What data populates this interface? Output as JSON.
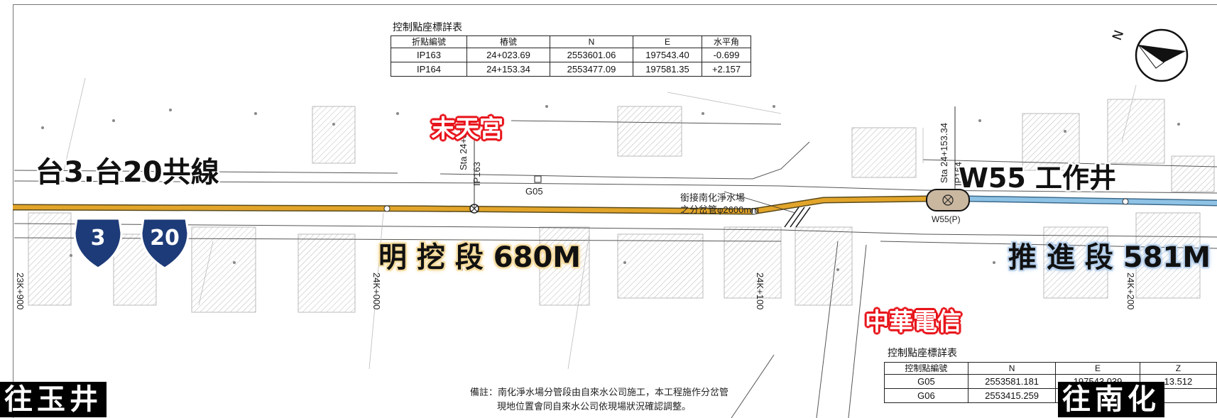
{
  "table_top": {
    "title": "控制點座標詳表",
    "headers": [
      "折點編號",
      "樁號",
      "N",
      "E",
      "水平角"
    ],
    "rows": [
      [
        "IP163",
        "24+023.69",
        "2553601.06",
        "197543.40",
        "-0.699"
      ],
      [
        "IP164",
        "24+153.34",
        "2553477.09",
        "197581.35",
        "+2.157"
      ]
    ]
  },
  "table_bottom": {
    "title": "控制點座標詳表",
    "headers": [
      "控制點編號",
      "N",
      "E",
      "Z"
    ],
    "rows": [
      [
        "G05",
        "2553581.181",
        "197543.039",
        "13.512"
      ],
      [
        "G06",
        "2553415.259",
        "",
        ""
      ]
    ]
  },
  "labels": {
    "route_name": "台3.台20共線",
    "temple": "末天宮",
    "open_cut": "明 挖 段 680M",
    "shaft": "W55 工作井",
    "jacking": "推 進 段 581M",
    "telecom": "中華電信",
    "to_west": "往玉井",
    "to_east": "往南化"
  },
  "shields": [
    "3",
    "20"
  ],
  "annotations": {
    "sta_163": "Sta 24+023.",
    "ip163": "IP163",
    "sta_164": "Sta 24+153.34",
    "ip164": "IP164",
    "g05": "G05",
    "pipe_note_1": "銜接南化淨水場",
    "pipe_note_2": "之分岔管φ2600mm",
    "w55p": "W55(P)",
    "k000": "24K+000",
    "k100": "24K+100",
    "k200": "24K+200",
    "k900": "23K+900",
    "remark_1": "備註：南化淨水場分管段由自來水公司施工，本工程施作分岔管",
    "remark_2": "現地位置會同自來水公司依現場狀況確認調整。"
  },
  "colors": {
    "open_cut_line": "#e2a52a",
    "jacking_line": "#8ec3e6",
    "shield_fill": "#1d3b78",
    "label_red": "#e8141b"
  }
}
